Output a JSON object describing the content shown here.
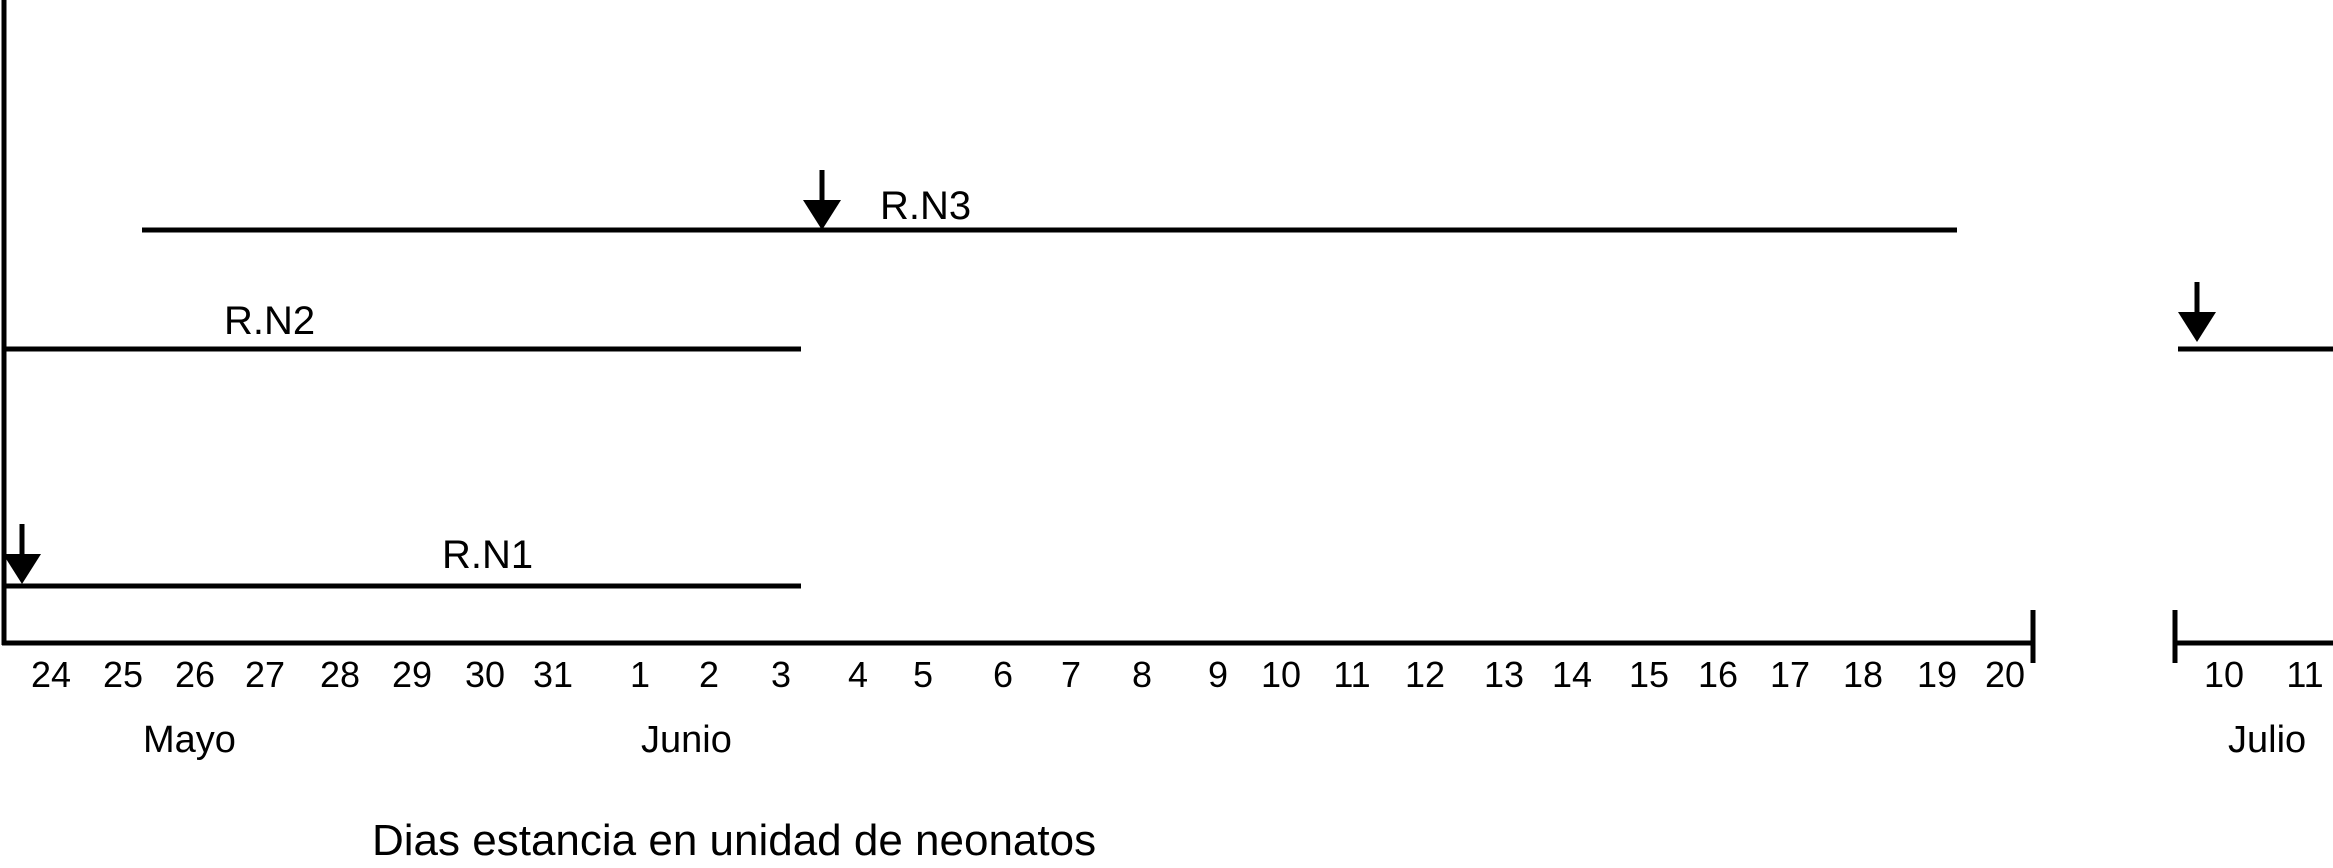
{
  "caption": "Dias estancia en unidad de neonatos",
  "colors": {
    "line": "#000000",
    "background": "#ffffff"
  },
  "patients": {
    "rn1": {
      "label": "R.N1"
    },
    "rn2": {
      "label": "R.N2"
    },
    "rn3": {
      "label": "R.N3"
    }
  },
  "axis": {
    "day_labels_segment1": [
      "24",
      "25",
      "26",
      "27",
      "28",
      "29",
      "30",
      "31",
      "1",
      "2",
      "3",
      "4",
      "5",
      "6",
      "7",
      "8",
      "9",
      "10",
      "11",
      "12",
      "13",
      "14",
      "15",
      "16",
      "17",
      "18",
      "19",
      "20"
    ],
    "day_labels_segment2": [
      "10",
      "11"
    ],
    "months": [
      "Mayo",
      "Junio",
      "Julio"
    ],
    "broken_axis": true
  },
  "markers": [
    {
      "name": "rn1-arrow",
      "meaning": "arrow",
      "icon": "down-arrow-icon"
    },
    {
      "name": "rn3-arrow",
      "meaning": "arrow",
      "icon": "down-arrow-icon"
    },
    {
      "name": "julio-arrow",
      "meaning": "arrow",
      "icon": "down-arrow-icon"
    }
  ]
}
